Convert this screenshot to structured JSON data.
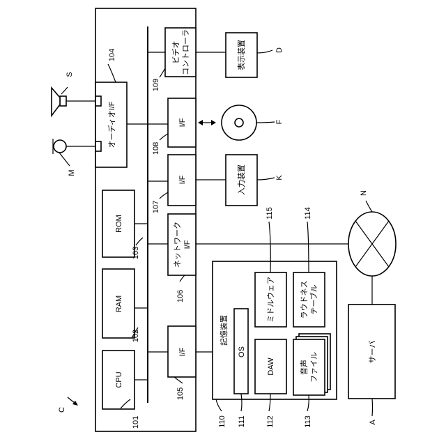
{
  "diagram": {
    "labels": {
      "cpu": "CPU",
      "ram": "RAM",
      "rom": "ROM",
      "audio_if": "オーディオI/F",
      "video_controller_line1": "ビデオ",
      "video_controller_line2": "コントローラ",
      "if_108": "I/F",
      "if_107": "I/F",
      "network_if_line1": "ネットワーク",
      "network_if_line2": "I/F",
      "if_105": "I/F",
      "storage": "記憶装置",
      "os": "OS",
      "daw": "DAW",
      "middleware": "ミドルウェア",
      "loudness_table_line1": "ラウドネス",
      "loudness_table_line2": "テーブル",
      "audio_file_line1": "音声",
      "audio_file_line2": "ファイル",
      "display_device": "表示装置",
      "input_device": "入力装置",
      "server": "サーバ"
    },
    "refs": {
      "c": "C",
      "r101": "101",
      "r102": "102",
      "r103": "103",
      "r104": "104",
      "r105": "105",
      "r106": "106",
      "r107": "107",
      "r108": "108",
      "r109": "109",
      "r110": "110",
      "r111": "111",
      "r112": "112",
      "r113": "113",
      "r114": "114",
      "r115": "115",
      "s": "S",
      "m": "M",
      "d": "D",
      "f": "F",
      "k": "K",
      "n": "N",
      "a": "A"
    }
  }
}
